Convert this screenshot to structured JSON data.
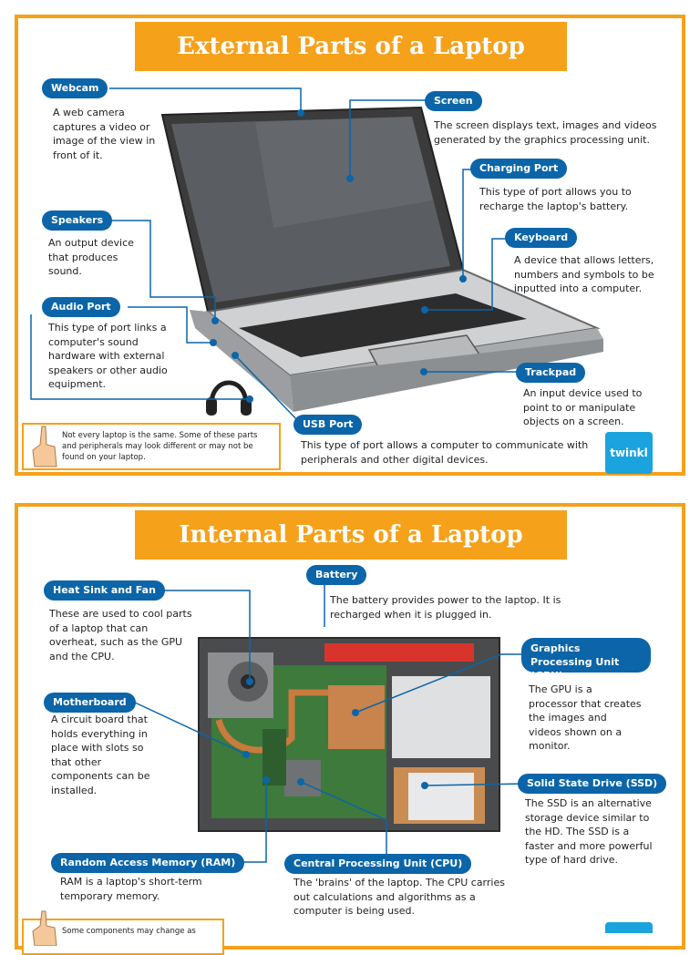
{
  "external": {
    "title": "External Parts of a Laptop",
    "labels": {
      "webcam": "Webcam",
      "screen": "Screen",
      "charging_port": "Charging Port",
      "speakers": "Speakers",
      "keyboard": "Keyboard",
      "audio_port": "Audio Port",
      "trackpad": "Trackpad",
      "usb_port": "USB Port"
    },
    "descs": {
      "webcam": "A web camera captures a video or image of the view in front of it.",
      "screen": "The screen displays text, images and videos generated by the graphics processing unit.",
      "charging_port": "This type of port allows you to recharge the laptop's battery.",
      "speakers": "An output device that produces sound.",
      "keyboard": "A device that allows letters, numbers and symbols to be inputted into a computer.",
      "audio_port": "This type of port links a computer's sound hardware with external speakers or other audio equipment.",
      "trackpad": "An input device used to point to or manipulate objects on a screen.",
      "usb_port": "This type of port allows a computer to communicate with peripherals and other digital devices."
    },
    "note": "Not every laptop is the same. Some of these parts and peripherals may look different or may not be found on your laptop.",
    "logo": "twinkl"
  },
  "internal": {
    "title": "Internal Parts of a Laptop",
    "labels": {
      "heat_sink": "Heat Sink and Fan",
      "battery": "Battery",
      "gpu": "Graphics Processing Unit (GPU)",
      "motherboard": "Motherboard",
      "ssd": "Solid State Drive (SSD)",
      "ram": "Random Access Memory (RAM)",
      "cpu": "Central Processing Unit (CPU)"
    },
    "descs": {
      "heat_sink": "These are used to cool parts of a laptop that can overheat, such as the GPU and the CPU.",
      "battery": "The battery provides power to the laptop. It is recharged when it is plugged in.",
      "gpu": "The GPU is a processor that creates the images and videos shown on a monitor.",
      "motherboard": "A circuit board that holds everything in place with slots so that other components can be installed.",
      "ssd": "The SSD is an alternative storage device similar to the HD. The SSD is a faster and more powerful type of hard drive.",
      "ram": "RAM is a laptop's short-term temporary memory.",
      "cpu": "The 'brains' of the laptop. The CPU carries out calculations and algorithms as a computer is being used."
    },
    "note": "Some components may change as"
  },
  "colors": {
    "accent": "#f6a11a",
    "label_blue": "#0b65a8",
    "logo_blue": "#1aa3dd"
  }
}
